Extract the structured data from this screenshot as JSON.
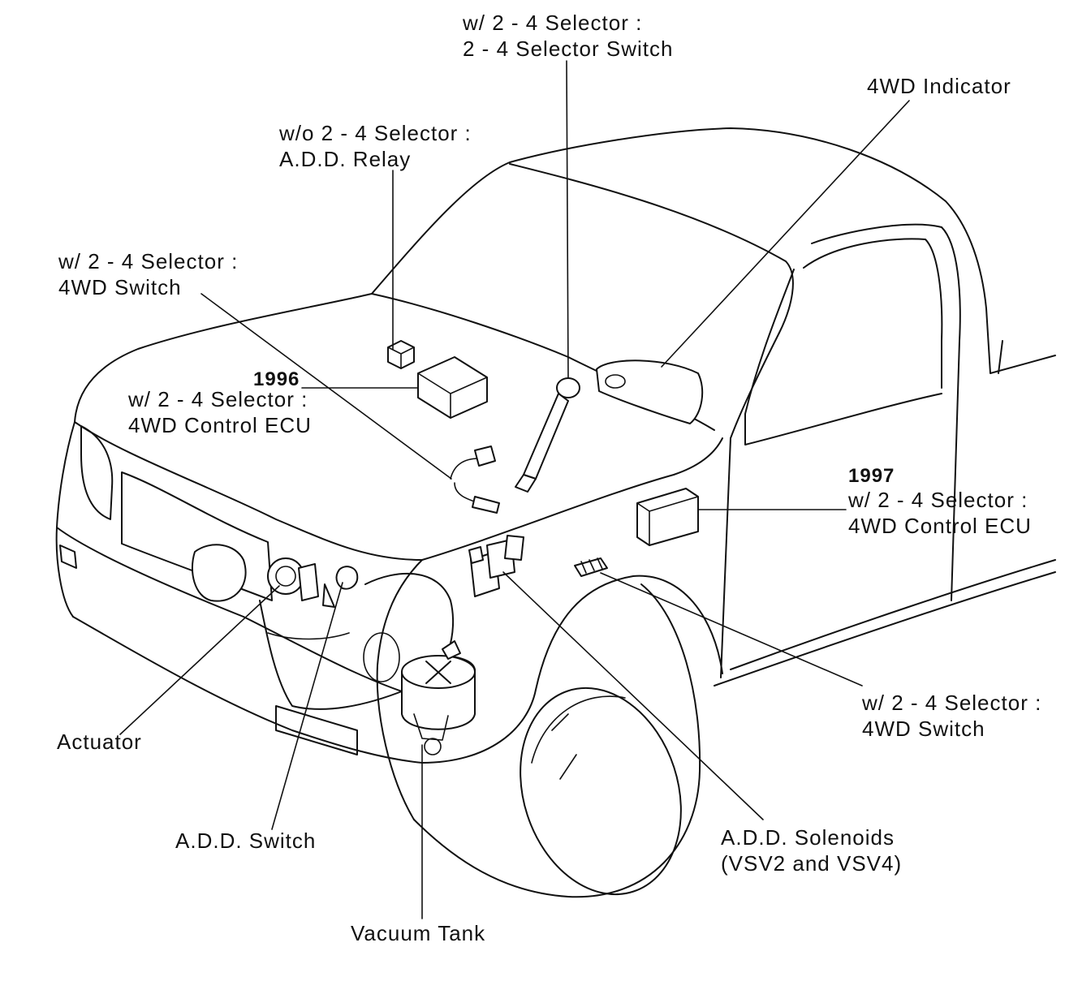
{
  "labels": {
    "selector_switch": {
      "line1": "w/  2 - 4 Selector :",
      "line2": "2 - 4 Selector Switch"
    },
    "indicator": {
      "line1": "4WD Indicator"
    },
    "add_relay": {
      "line1": "w/o 2 - 4 Selector :",
      "line2": "A.D.D. Relay"
    },
    "switch_left": {
      "line1": "w/  2 - 4 Selector :",
      "line2": "4WD Switch"
    },
    "ecu_1996": {
      "year": "1996",
      "line1": "w/  2 - 4 Selector :",
      "line2": "4WD Control ECU"
    },
    "ecu_1997": {
      "year": "1997",
      "line1": "w/  2 - 4 Selector :",
      "line2": "4WD Control ECU"
    },
    "switch_right": {
      "line1": "w/  2 - 4 Selector :",
      "line2": "4WD Switch"
    },
    "actuator": {
      "line1": "Actuator"
    },
    "add_switch": {
      "line1": "A.D.D. Switch"
    },
    "solenoids": {
      "line1": "A.D.D. Solenoids",
      "line2": "(VSV2 and VSV4)"
    },
    "vacuum_tank": {
      "line1": "Vacuum Tank"
    }
  },
  "colors": {
    "ink": "#111111",
    "paper": "#ffffff"
  }
}
